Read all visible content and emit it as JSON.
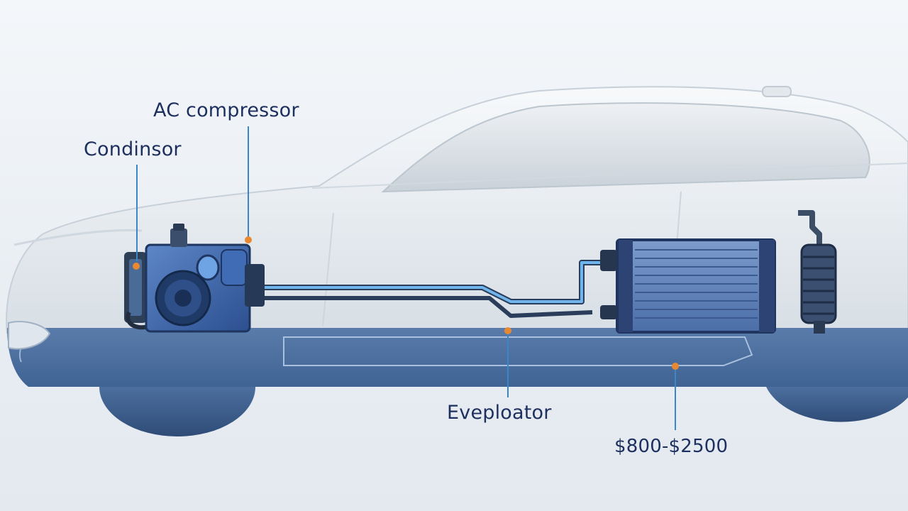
{
  "labels": {
    "ac_compressor": "AC compressor",
    "condinsor": "Condinsor",
    "eveploator": "Eveploator",
    "cost_range": "$800-$2500"
  },
  "colors": {
    "label_text": "#1d2f5e",
    "leader_line": "#3b86c6",
    "marker_dot": "#e8892f",
    "underbody": "#4a6d9c",
    "component_blue": "#3a63a8",
    "refrigerant_line": "#3a8fd8"
  }
}
